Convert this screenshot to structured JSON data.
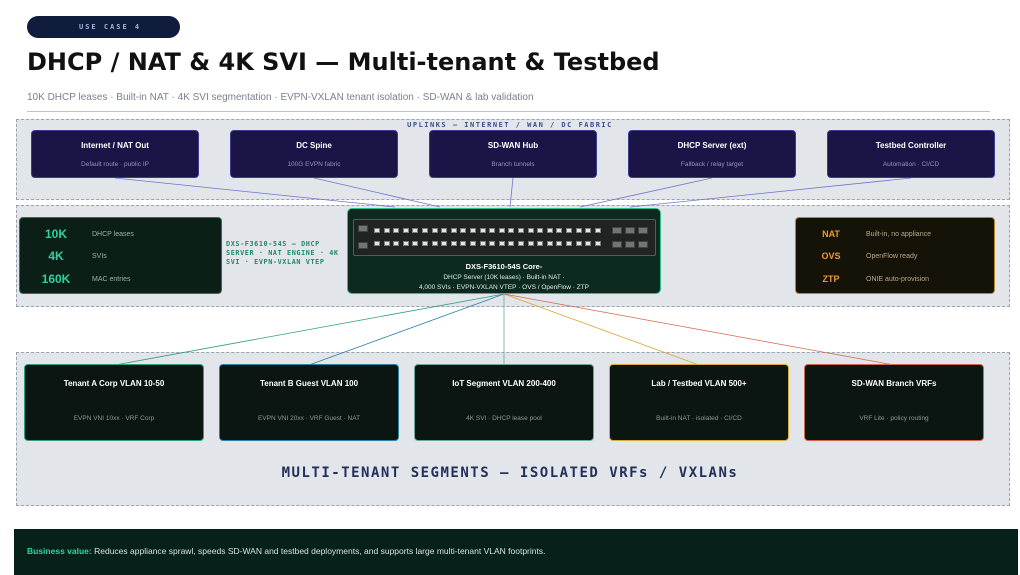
{
  "header": {
    "pill": "USE CASE 4",
    "title": "DHCP / NAT & 4K SVI — Multi-tenant & Testbed",
    "subtitle": "10K DHCP leases · Built-in NAT · 4K SVI segmentation · EVPN-VXLAN tenant isolation · SD-WAN & lab validation"
  },
  "uplinks_label": "UPLINKS — INTERNET / WAN / DC FABRIC",
  "uplinks": [
    {
      "title": "Internet / NAT Out",
      "sub": "Default route · public IP"
    },
    {
      "title": "DC Spine",
      "sub": "100G EVPN fabric"
    },
    {
      "title": "SD-WAN Hub",
      "sub": "Branch tunnels"
    },
    {
      "title": "DHCP Server (ext)",
      "sub": "Fallback / relay target"
    },
    {
      "title": "Testbed Controller",
      "sub": "Automation · CI/CD"
    }
  ],
  "stats_left": [
    {
      "value": "10K",
      "label": "DHCP leases"
    },
    {
      "value": "4K",
      "label": "SVIs"
    },
    {
      "value": "160K",
      "label": "MAC entries"
    }
  ],
  "core_role": "DXS-F3610-54S — DHCP SERVER · NAT ENGINE · 4K SVI · EVPN-VXLAN VTEP",
  "switch": {
    "name": "DXS-F3610-54S Core-",
    "detail1": "DHCP Server (10K leases) · Built-in NAT ·",
    "detail2": "4,000 SVIs · EVPN-VXLAN VTEP · OVS / OpenFlow · ZTP"
  },
  "stats_right": [
    {
      "value": "NAT",
      "label": "Built-in, no appliance"
    },
    {
      "value": "OVS",
      "label": "OpenFlow ready"
    },
    {
      "value": "ZTP",
      "label": "ONIE auto-provision"
    }
  ],
  "tenants": [
    {
      "title": "Tenant A Corp VLAN 10-50",
      "sub": "EVPN VNI 10xx · VRF Corp",
      "color": "#2e9e7e"
    },
    {
      "title": "Tenant B Guest VLAN 100",
      "sub": "EVPN VNI 20xx · VRF Guest · NAT",
      "color": "#2c7fa8"
    },
    {
      "title": "IoT Segment VLAN 200-400",
      "sub": "4K SVI · DHCP lease pool",
      "color": "#6aa79a"
    },
    {
      "title": "Lab / Testbed VLAN 500+",
      "sub": "Built-in NAT · isolated · CI/CD",
      "color": "#d9a93a"
    },
    {
      "title": "SD-WAN Branch VRFs",
      "sub": "VRF Lite · policy routing",
      "color": "#d2674a"
    }
  ],
  "tenants_label": "MULTI-TENANT SEGMENTS — ISOLATED VRFs / VXLANs",
  "business_value": {
    "lead": "Business value:",
    "text": "Reduces appliance sprawl, speeds SD-WAN and testbed deployments, and supports large multi-tenant VLAN footprints."
  },
  "colors": {
    "uplink_line": "#6f73c8",
    "navy": "#0f1c3c",
    "green_accent": "#2fd1a0",
    "orange_accent": "#f09a2c"
  }
}
